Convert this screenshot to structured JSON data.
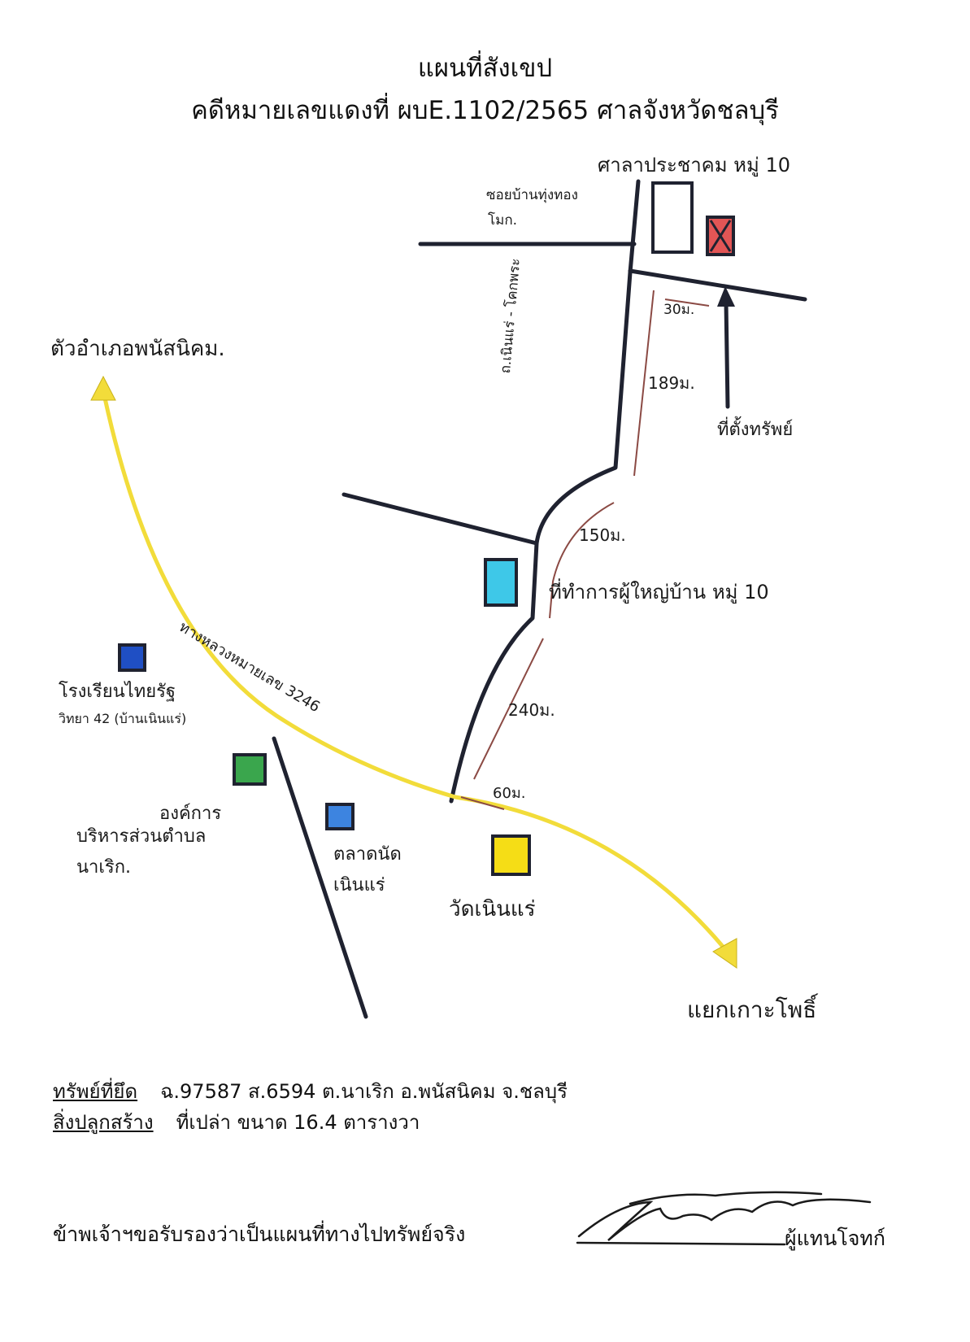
{
  "header": {
    "title": "แผนที่สังเขป",
    "case": "คดีหมายเลขแดงที่ ผบE.1102/2565  ศาลจังหวัดชลบุรี"
  },
  "map": {
    "labels": {
      "village_hall": "ศาลาประชาคม หมู่ 10",
      "soi": "ซอยบ้านทุ่งทอง",
      "soi_2": "โมก.",
      "to_district": "ตัวอำเภอพนัสนิคม.",
      "road_local": "ถ.เนินแร่ - โคกพระ",
      "dist_30": "30ม.",
      "dist_189": "189ม.",
      "property": "ที่ตั้งทรัพย์",
      "dist_150": "150ม.",
      "headman_office": "ที่ทำการผู้ใหญ่บ้าน หมู่ 10",
      "highway": "ทางหลวงหมายเลข 3246",
      "school_1": "โรงเรียนไทยรัฐ",
      "school_2": "วิทยา 42 (บ้านเนินแร่)",
      "dist_240": "240ม.",
      "dist_60": "60ม.",
      "sao_1": "องค์การ",
      "sao_2": "บริหารส่วนตำบล",
      "sao_3": "นาเริก.",
      "market_1": "ตลาดนัด",
      "market_2": "เนินแร่",
      "temple": "วัดเนินแร่",
      "to_junction": "แยกเกาะโพธิ์"
    },
    "colors": {
      "road": "#1f2230",
      "highway": "#f2dc3a",
      "red_line": "#8b4a44",
      "property_mark": "#e25555",
      "headman_office": "#3ec8e8",
      "school": "#1f4fc4",
      "sao": "#3aa64d",
      "market": "#3d84e0",
      "temple": "#f5dd16"
    }
  },
  "info": {
    "asset_label": "ทรัพย์ที่ยึด",
    "asset_value": "ฉ.97587  ส.6594  ต.นาเริก อ.พนัสนิคม  จ.ชลบุรี",
    "building_label": "สิ่งปลูกสร้าง",
    "building_value": "ที่เปล่า ขนาด 16.4 ตารางวา"
  },
  "certify": {
    "statement": "ข้าพเจ้าฯขอรับรองว่าเป็นแผนที่ทางไปทรัพย์จริง",
    "signer": "ผู้แทนโจทก์"
  }
}
